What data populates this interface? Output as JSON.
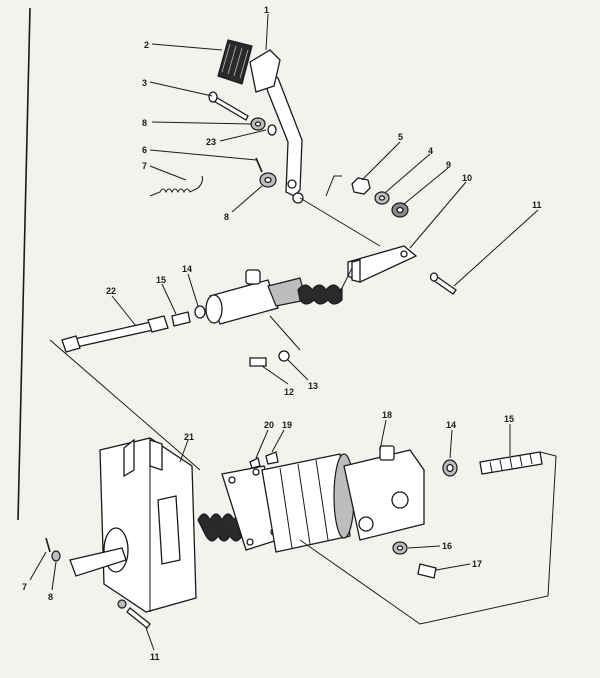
{
  "callouts": {
    "c1": "1",
    "c2": "2",
    "c3": "3",
    "c8a": "8",
    "c23": "23",
    "c6": "6",
    "c7a": "7",
    "c8b": "8",
    "c5": "5",
    "c4": "4",
    "c9": "9",
    "c10": "10",
    "c11a": "11",
    "c14a": "14",
    "c15a": "15",
    "c22": "22",
    "c12": "12",
    "c13": "13",
    "c18": "18",
    "c20": "20",
    "c19": "19",
    "c21": "21",
    "c14b": "14",
    "c15b": "15",
    "c16": "16",
    "c17": "17",
    "c7b": "7",
    "c8c": "8",
    "c11b": "11"
  }
}
